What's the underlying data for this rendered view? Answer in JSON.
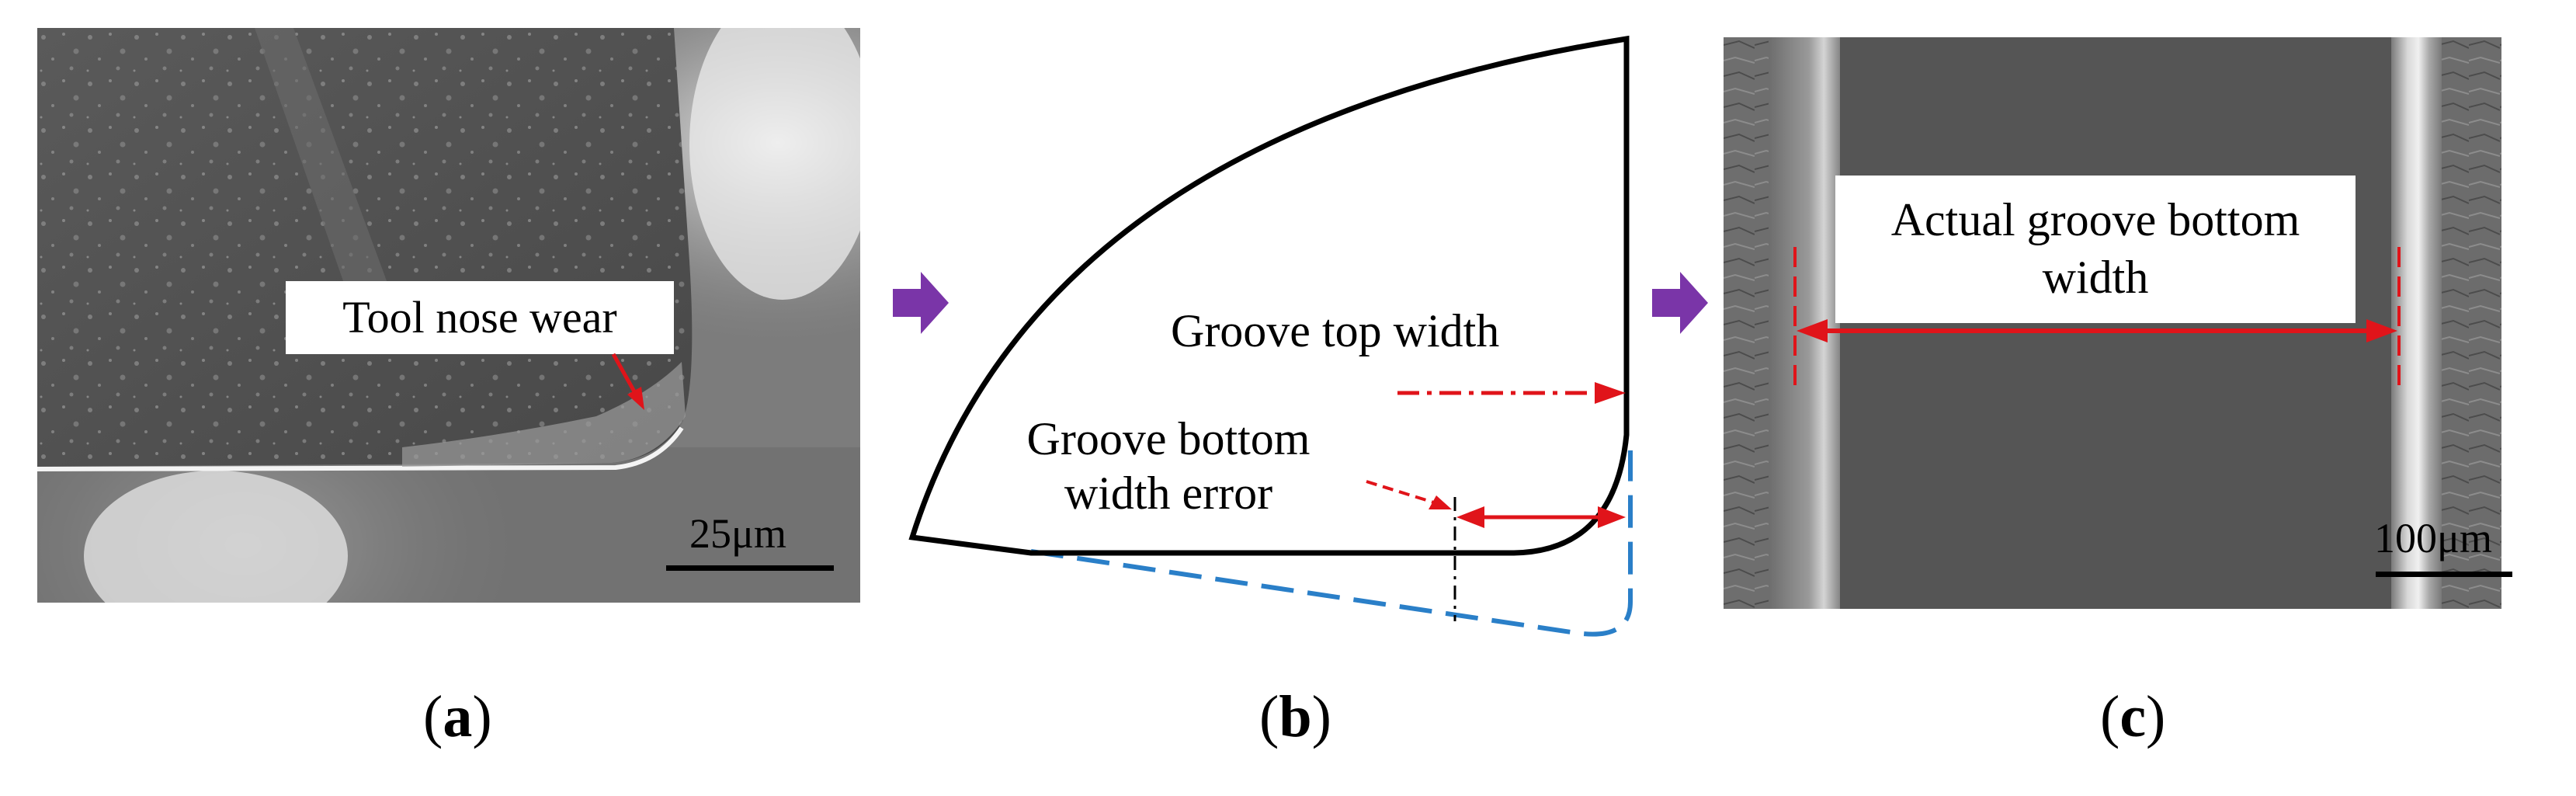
{
  "panel_a": {
    "annotation": "Tool nose wear",
    "scale_label": "25μm",
    "caption_letter": "a"
  },
  "panel_b": {
    "top_width_label": "Groove top width",
    "bottom_error_label_line1": "Groove bottom",
    "bottom_error_label_line2": "width error",
    "caption_letter": "b"
  },
  "panel_c": {
    "annotation_line1": "Actual groove bottom",
    "annotation_line2": "width",
    "scale_label": "100μm",
    "caption_letter": "c"
  },
  "colors": {
    "arrow_red": "#e0141a",
    "flow_arrow_purple": "#7a35a8",
    "dashed_blue": "#2a7fc8"
  },
  "icons": [
    "right-arrow-icon",
    "right-arrow-icon"
  ]
}
